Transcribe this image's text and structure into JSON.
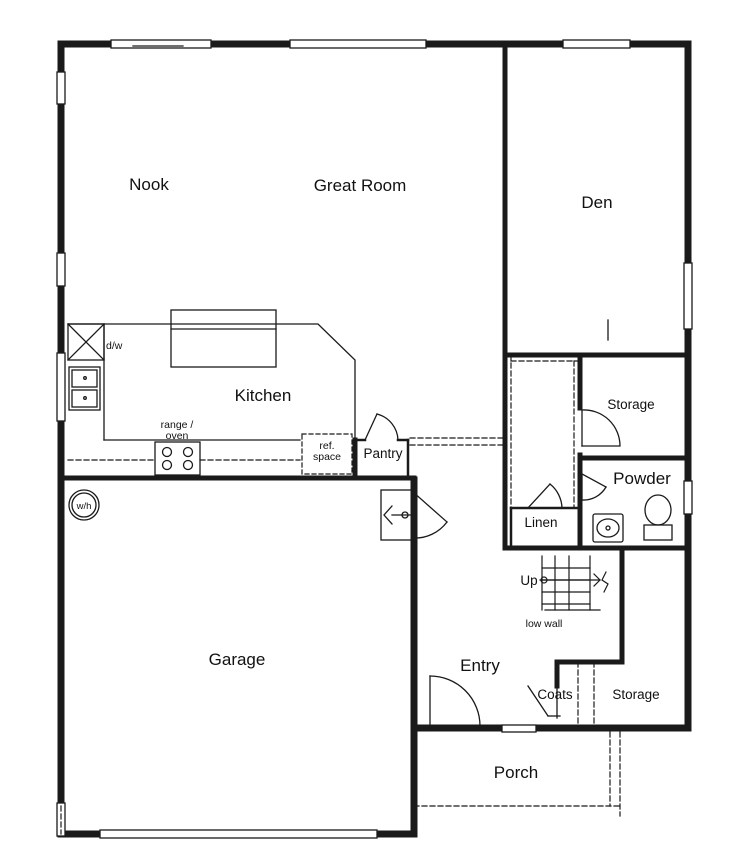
{
  "rooms": {
    "nook": "Nook",
    "great_room": "Great Room",
    "den": "Den",
    "kitchen": "Kitchen",
    "storage_upper": "Storage",
    "powder": "Powder",
    "pantry": "Pantry",
    "linen": "Linen",
    "garage": "Garage",
    "entry": "Entry",
    "coats": "Coats",
    "storage_lower": "Storage",
    "porch": "Porch"
  },
  "fixtures": {
    "dishwasher": "d/w",
    "range_line1": "range /",
    "range_line2": "oven",
    "ref_line1": "ref.",
    "ref_line2": "space",
    "water_heater": "w/h",
    "stairs_up": "Up",
    "low_wall": "low wall"
  }
}
